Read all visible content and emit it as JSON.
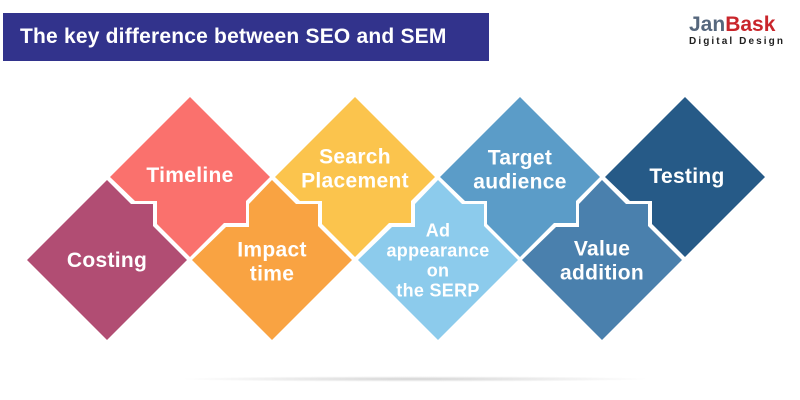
{
  "header": {
    "title": "The key difference between SEO and SEM",
    "bg": "#32338c",
    "text_color": "#ffffff"
  },
  "logo": {
    "jan": "Jan",
    "bask": "Bask",
    "tagline": "Digital Design",
    "jan_color": "#56677d",
    "bask_color": "#c9252b",
    "tagline_color": "#1f1f1f"
  },
  "diamonds": [
    {
      "id": "costing",
      "row": "bottom",
      "label": [
        "Costing"
      ],
      "color": "#b14d73"
    },
    {
      "id": "timeline",
      "row": "top",
      "label": [
        "Timeline"
      ],
      "color": "#fa716d"
    },
    {
      "id": "impact-time",
      "row": "bottom",
      "label": [
        "Impact",
        "time"
      ],
      "color": "#f9a342"
    },
    {
      "id": "search-placement",
      "row": "top",
      "label": [
        "Search",
        "Placement"
      ],
      "color": "#fbc44d"
    },
    {
      "id": "ad-appearance",
      "row": "bottom",
      "label": [
        "Ad",
        "appearance",
        "on",
        "the SERP"
      ],
      "color": "#8ccbec"
    },
    {
      "id": "target-audience",
      "row": "top",
      "label": [
        "Target",
        "audience"
      ],
      "color": "#5b9cc8"
    },
    {
      "id": "value-addition",
      "row": "bottom",
      "label": [
        "Value",
        "addition"
      ],
      "color": "#4a80ad"
    },
    {
      "id": "testing",
      "row": "top",
      "label": [
        "Testing"
      ],
      "color": "#265a87"
    }
  ],
  "palette": {
    "background": "#ffffff",
    "separator_stroke": "#ffffff",
    "label_text": "#ffffff"
  }
}
